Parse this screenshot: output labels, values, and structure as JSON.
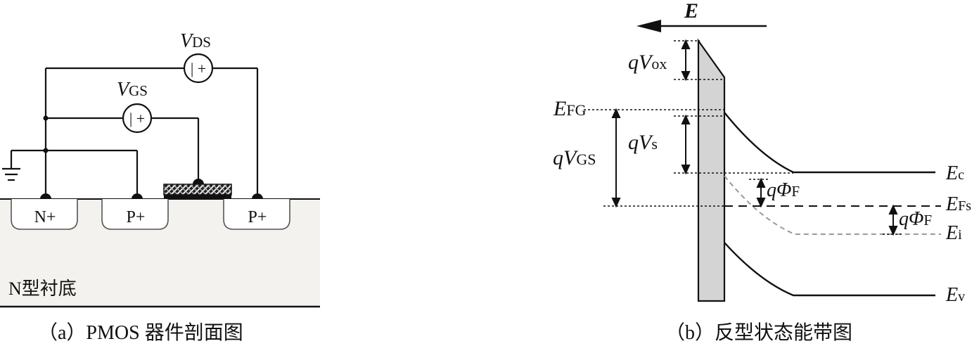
{
  "panel_a": {
    "caption": "（a）PMOS 器件剖面图",
    "substrate_label": "N型衬底",
    "regions": [
      "N+",
      "P+",
      "P+"
    ],
    "source_vds": {
      "symbol": "V",
      "sub": "DS",
      "polarity": "| +"
    },
    "source_vgs": {
      "symbol": "V",
      "sub": "GS",
      "polarity": "| +"
    }
  },
  "panel_b": {
    "caption": "（b）反型状态能带图",
    "field": "E",
    "labels": {
      "qvox": {
        "q": "q",
        "v": "V",
        "sub": "ox"
      },
      "efg": {
        "e": "E",
        "sub": "FG"
      },
      "qvs": {
        "q": "q",
        "v": "V",
        "sub": "s"
      },
      "qvgs": {
        "q": "q",
        "v": "V",
        "sub": "GS"
      },
      "qphif1": {
        "q": "q",
        "phi": "Φ",
        "sub": "F"
      },
      "qphif2": {
        "q": "q",
        "phi": "Φ",
        "sub": "F"
      },
      "ec": {
        "e": "E",
        "sub": "c"
      },
      "efs": {
        "e": "E",
        "sub": "Fs"
      },
      "ei": {
        "e": "E",
        "sub": "i"
      },
      "ev": {
        "e": "E",
        "sub": "v"
      }
    }
  }
}
